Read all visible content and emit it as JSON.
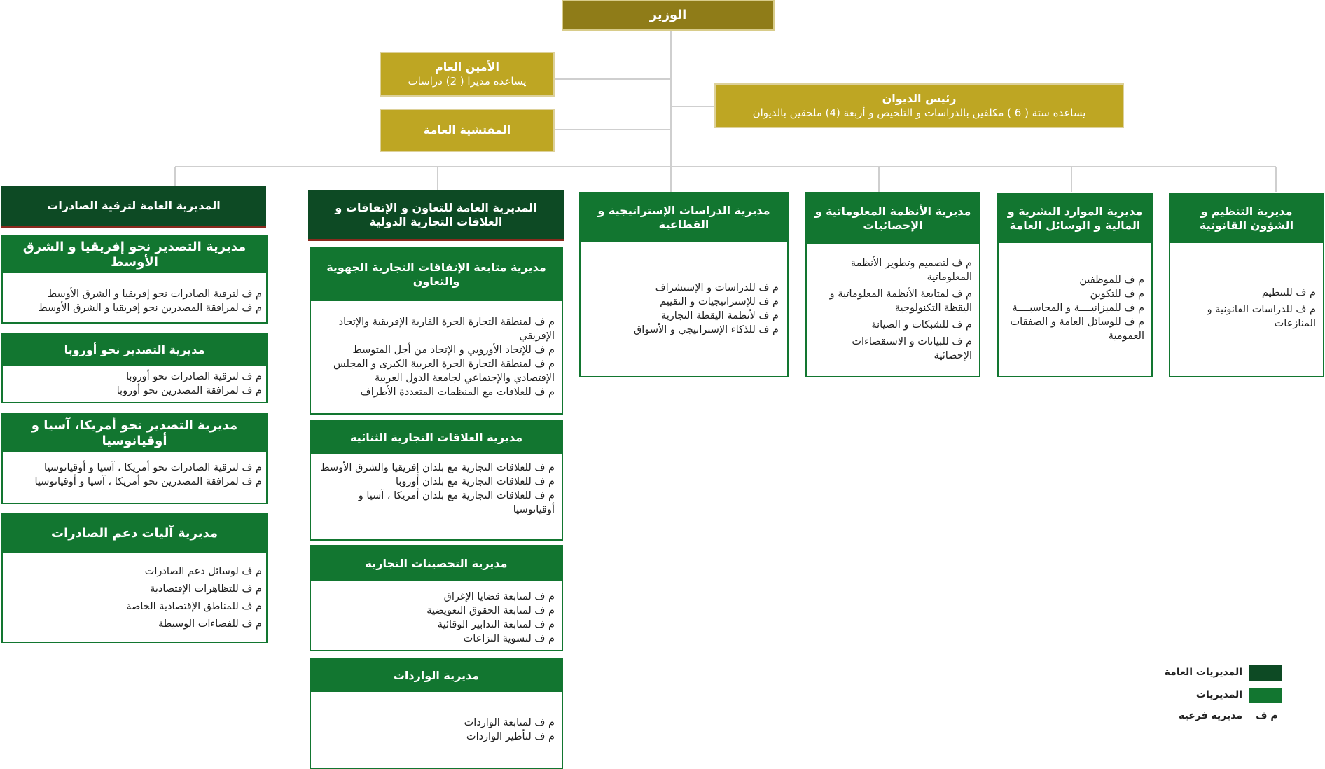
{
  "minister": "الوزير",
  "secretary_general": {
    "title": "الأمين العام",
    "sub": "يساعده مديرا ( 2) دراسات"
  },
  "inspectorate": "المفتشية العامة",
  "chief_of_staff": {
    "title": "رئيس الديوان",
    "sub": "يساعده ستة ( 6 ) مكلفين  بالدراسات و التلخيص و أربعة (4) ملحقين بالديوان"
  },
  "directorates": [
    {
      "title": "مديرية التنظيم و الشؤون القانونية",
      "items": [
        "م ف للتنظيم",
        "م ف للدراسات القانونية و المنازعات"
      ]
    },
    {
      "title": "مديرية الموارد البشرية و المالية و الوسائل العامة",
      "items": [
        "م ف للموظفين",
        "م ف للتكوين",
        "م ف  للميزانيــــة و المحاسبــــة",
        "م ف للوسائل العامة و الصفقات العمومية"
      ]
    },
    {
      "title": "مديرية الأنظمة المعلوماتية و الإحصائيات",
      "items": [
        "م ف لتصميم وتطوير الأنظمة المعلوماتية",
        "م ف لمتابعة الأنظمة المعلوماتية و اليقظة التكنولوجية",
        "م ف للشبكات و الصيانة",
        "م ف للبيانات و الاستقصاءات الإحصائية"
      ]
    },
    {
      "title": "مديرية الدراسات الإستراتيجية و القطاعية",
      "items": [
        "م ف للدراسات و الإستشراف",
        "م ف للإستراتيجيات و التقييم",
        "م ف لأنظمة اليقظة التجارية",
        "م ف للذكاء الإستراتيجي و الأسواق"
      ]
    }
  ],
  "dg_cooperation": {
    "title": "المديرية العامة للتعاون و الإتفاقات و العلاقات التجارية الدولية",
    "subs": [
      {
        "title": "مديرية متابعة الإتفاقات التجارية الجهوية والتعاون",
        "items": [
          "م ف لمنطقة التجارة الحرة  القارية الإفريقية والإتحاد الإفريقي",
          "م ف للإتحاد الأوروبي و الإتحاد من أجل المتوسط",
          "م ف لمنطقة التجارة الحرة العربية الكبرى و المجلس الإقتصادي والإجتماعي لجامعة الدول العربية",
          "م ف للعلاقات مع المنظمات المتعددة الأطراف"
        ]
      },
      {
        "title": "مديرية العلاقات التجارية الثنائية",
        "items": [
          "م ف للعلاقات التجارية مع بلدان إفريقيا والشرق الأوسط",
          "م ف  للعلاقات التجارية مع بلدان أوروبا",
          "م ف للعلاقات التجارية مع بلدان أمريكا ، آسيا و أوقيانوسيا"
        ]
      },
      {
        "title": "مديرية التحصينات التجارية",
        "items": [
          "م ف لمتابعة قضايا الإغراق",
          "م ف لمتابعة الحقوق التعويضية",
          "م ف لمتابعة التدابير الوقائية",
          "م ف لتسوية النزاعات"
        ]
      },
      {
        "title": "مديرية الواردات",
        "items": [
          "م ف لمتابعة الواردات",
          "م ف لتأطير الواردات"
        ]
      }
    ]
  },
  "dg_exports": {
    "title": "المديرية العامة لترقية الصادرات",
    "subs": [
      {
        "title": "مديرية التصدير نحو إفريقيا و الشرق الأوسط",
        "items": [
          "م ف لترقية الصادرات نحو إفريقيا و الشرق الأوسط",
          "م ف لمرافقة المصدرين نحو إفريقيا و الشرق الأوسط"
        ]
      },
      {
        "title": "مديرية التصدير نحو أوروبا",
        "items": [
          "م ف لترقية الصادرات نحو أوروبا",
          "م ف لمرافقة المصدرين نحو أوروبا"
        ]
      },
      {
        "title": "مديرية التصدير نحو أمريكا، آسيا و أوقيانوسيا",
        "items": [
          "م ف لترقية الصادرات نحو أمريكا ، آسيا و أوقيانوسيا",
          "م ف لمرافقة المصدرين نحو أمريكا ، آسيا و أوقيانوسيا"
        ]
      },
      {
        "title": "مديرية آليات دعم الصادرات",
        "items": [
          "م ف لوسائل دعم الصادرات",
          "م ف للتظاهرات الإقتصادية",
          "م ف للمناطق الإقتصادية الخاصة",
          "م ف للفضاءات الوسيطة"
        ]
      }
    ]
  },
  "legend": {
    "general": "المديريات العامة",
    "directorates": "المديريات",
    "sub_abbr": "م ف",
    "sub": "مديرية فرعية"
  },
  "colors": {
    "general_directorate": "#0d4a24",
    "directorate": "#127630",
    "minister": "#8f7c18",
    "staff": "#bea623"
  }
}
